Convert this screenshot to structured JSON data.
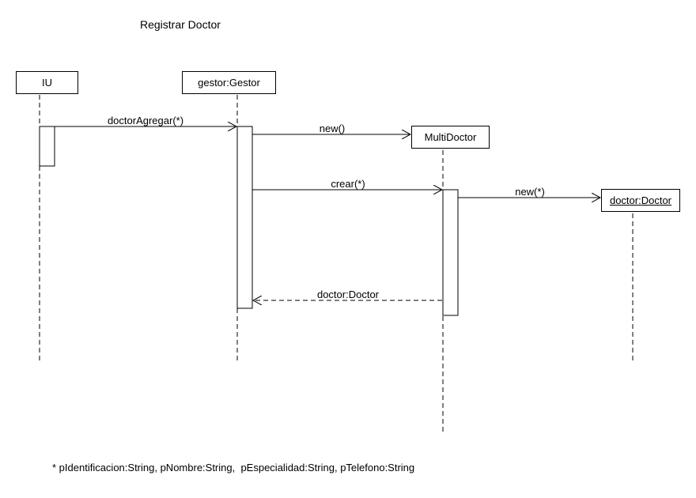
{
  "diagram": {
    "title": "Registrar Doctor",
    "lifelines": [
      {
        "id": "iu",
        "label": "IU",
        "underlined": false
      },
      {
        "id": "gestor",
        "label": "gestor:Gestor",
        "underlined": false
      },
      {
        "id": "multidoctor",
        "label": "MultiDoctor",
        "underlined": false
      },
      {
        "id": "doctor",
        "label": "doctor:Doctor",
        "underlined": true
      }
    ],
    "messages": [
      {
        "label": "doctorAgregar(*)",
        "from": "iu",
        "to": "gestor",
        "kind": "sync"
      },
      {
        "label": "new()",
        "from": "gestor",
        "to": "multidoctor",
        "kind": "create"
      },
      {
        "label": "crear(*)",
        "from": "gestor",
        "to": "multidoctor",
        "kind": "sync"
      },
      {
        "label": "new(*)",
        "from": "multidoctor",
        "to": "doctor",
        "kind": "create"
      },
      {
        "label": "doctor:Doctor",
        "from": "multidoctor",
        "to": "gestor",
        "kind": "return"
      }
    ],
    "footnote": "* pIdentificacion:String, pNombre:String,  pEspecialidad:String, pTelefono:String"
  }
}
